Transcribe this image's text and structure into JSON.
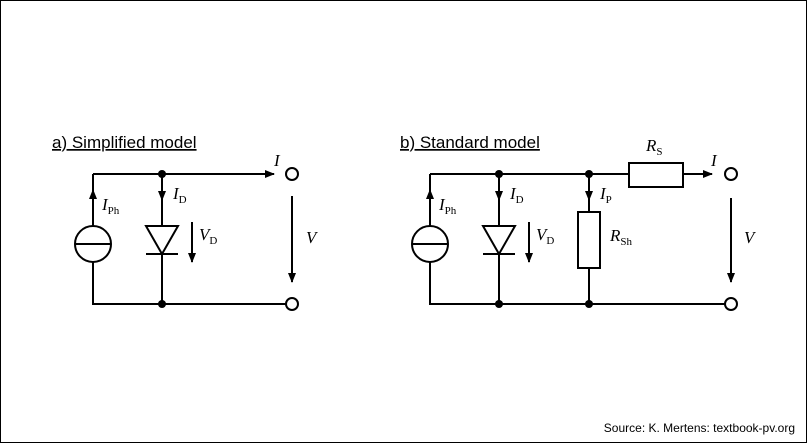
{
  "diagram_a": {
    "title": "a) Simplified model",
    "labels": {
      "iph_main": "I",
      "iph_sub": "Ph",
      "id_main": "I",
      "id_sub": "D",
      "vd_main": "V",
      "vd_sub": "D",
      "i": "I",
      "v": "V"
    }
  },
  "diagram_b": {
    "title": "b) Standard model",
    "labels": {
      "iph_main": "I",
      "iph_sub": "Ph",
      "id_main": "I",
      "id_sub": "D",
      "vd_main": "V",
      "vd_sub": "D",
      "ip_main": "I",
      "ip_sub": "P",
      "rsh_main": "R",
      "rsh_sub": "Sh",
      "rs_main": "R",
      "rs_sub": "S",
      "i": "I",
      "v": "V"
    }
  },
  "source": "Source: K. Mertens: textbook-pv.org"
}
